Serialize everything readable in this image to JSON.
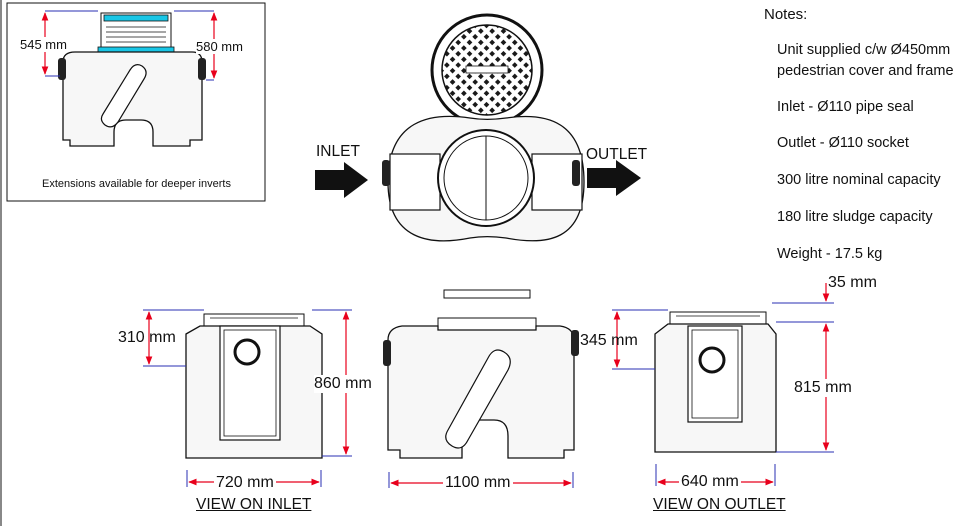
{
  "notes": {
    "title": "Notes:",
    "items": [
      "Unit supplied c/w Ø450mm",
      "pedestrian cover and frame",
      "Inlet - Ø110 pipe seal",
      "Outlet - Ø110 socket",
      "300 litre nominal capacity",
      "180 litre sludge capacity",
      "Weight - 17.5 kg"
    ]
  },
  "inset": {
    "caption": "Extensions available for deeper inverts",
    "dim_left": "545 mm",
    "dim_right": "580 mm"
  },
  "plan": {
    "inlet_label": "INLET",
    "outlet_label": "OUTLET"
  },
  "dimensions": {
    "inlet_cover": "310 mm",
    "height_total": "860 mm",
    "outlet_offset": "345 mm",
    "cover_outlet": "35 mm",
    "height_outlet": "815 mm",
    "width_inlet": "720 mm",
    "length": "1100 mm",
    "width_outlet": "640 mm"
  },
  "views": {
    "inlet": "VIEW ON INLET",
    "outlet": "VIEW ON OUTLET"
  },
  "colors": {
    "dim_red": "#e8001c",
    "dim_blue": "#2a2fb3",
    "cyan_highlight": "#19c6e6",
    "body_fill": "#f7f7f7",
    "line": "#111111"
  }
}
